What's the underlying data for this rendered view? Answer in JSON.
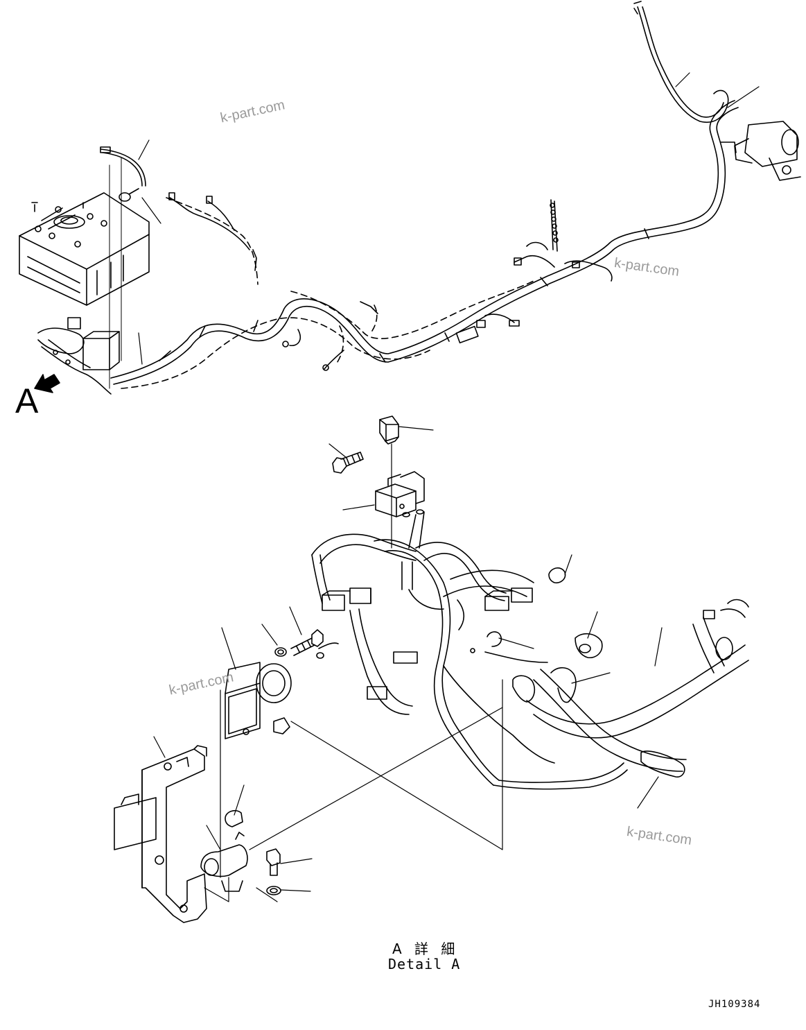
{
  "diagram": {
    "view_letter": "A",
    "detail_title_jp": "A 詳 細",
    "detail_title_en": "Detail A",
    "figure_code": "JH109384",
    "watermark": "k-part.com"
  }
}
